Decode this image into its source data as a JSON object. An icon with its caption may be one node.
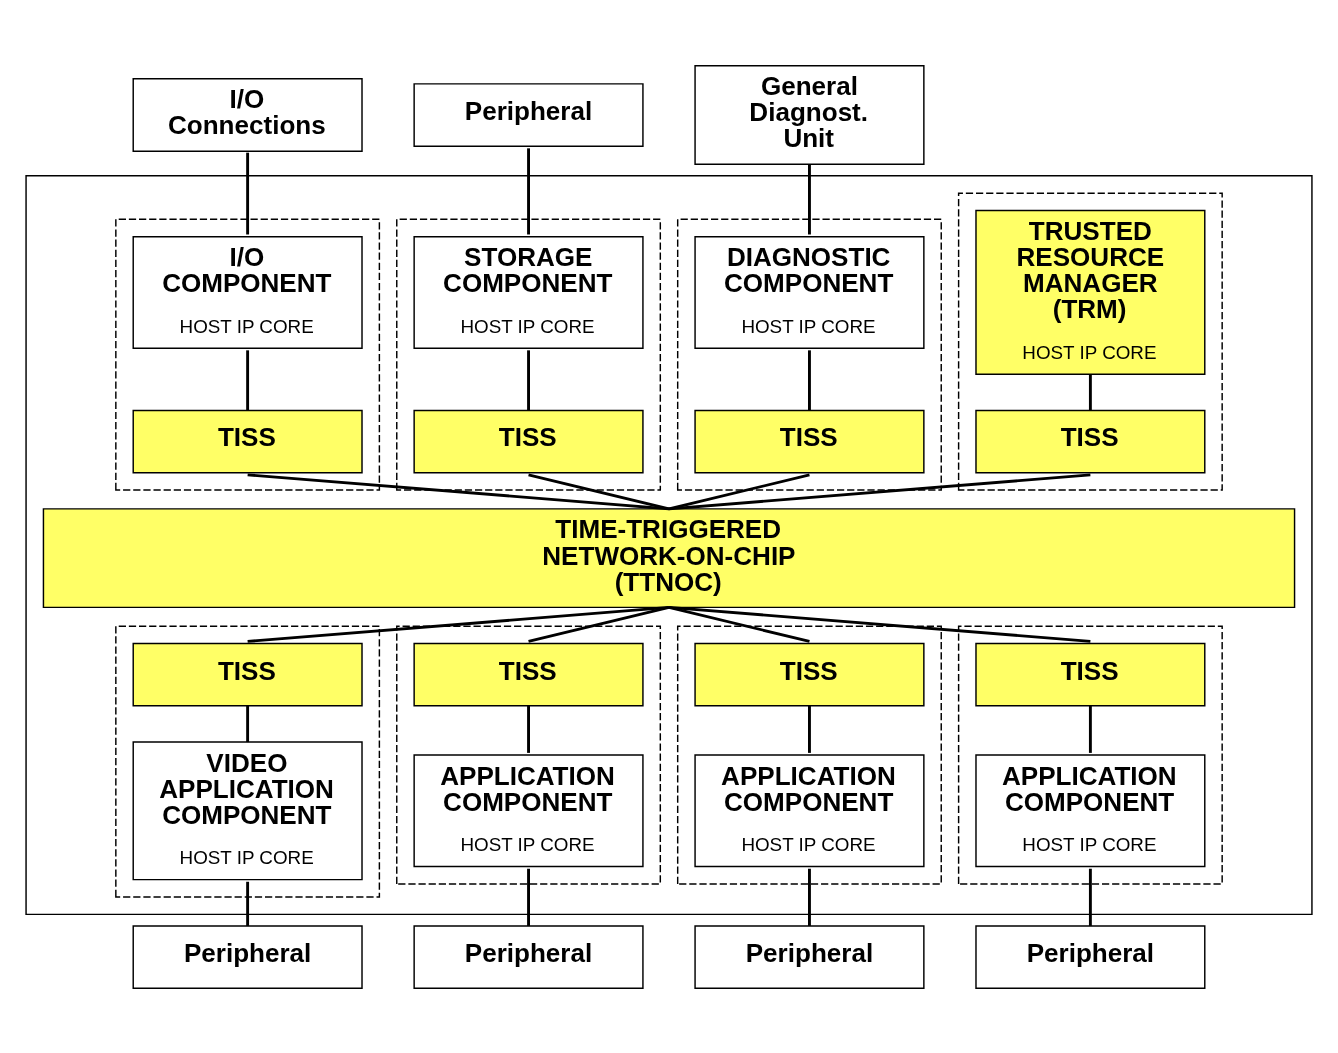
{
  "diagram": {
    "nodes": [
      {
        "text": [
          "I/O Connections"
        ]
      },
      {
        "text": [
          "Peripheral"
        ]
      },
      {
        "text": [
          "General Diagnost. Unit"
        ]
      },
      {
        "text": [],
        "shape": "box"
      },
      {
        "text": [],
        "shape": "box",
        "in": 3
      },
      {
        "text": [
          "TRUSTED RESOURCE MANAGER (TRM)",
          "HOST IP CORE"
        ],
        "in": 4
      },
      {
        "text": [
          "TISS"
        ],
        "in": 4
      },
      {
        "text": [],
        "shape": "box",
        "in": 3
      },
      {
        "text": [
          "I/O COMPONENT",
          "HOST IP CORE"
        ],
        "in": 7
      },
      {
        "text": [
          "TISS"
        ],
        "in": 7
      },
      {
        "text": [],
        "shape": "box",
        "in": 3
      },
      {
        "text": [
          "STORAGE COMPONENT",
          "HOST IP CORE"
        ],
        "in": 10
      },
      {
        "text": [
          "TISS"
        ],
        "in": 10
      },
      {
        "text": [],
        "shape": "box",
        "in": 3
      },
      {
        "text": [
          "DIAGNOSTIC COMPONENT",
          "HOST IP CORE"
        ],
        "in": 13
      },
      {
        "text": [
          "TISS"
        ],
        "in": 13
      },
      {
        "text": [
          "TIME-TRIGGERED NETWORK-ON-CHIP (TTNOC)"
        ],
        "in": 3
      },
      {
        "text": [],
        "shape": "box",
        "in": 3
      },
      {
        "text": [
          "TISS"
        ],
        "in": 17
      },
      {
        "text": [
          "VIDEO APPLICATION COMPONENT",
          "HOST IP CORE"
        ],
        "in": 17
      },
      {
        "text": [],
        "shape": "box",
        "in": 3
      },
      {
        "text": [
          "TISS"
        ],
        "in": 20
      },
      {
        "text": [
          "APPLICATION COMPONENT",
          "HOST IP CORE"
        ],
        "in": 20
      },
      {
        "text": [],
        "shape": "box",
        "in": 3
      },
      {
        "text": [
          "TISS"
        ],
        "in": 23
      },
      {
        "text": [
          "APPLICATION COMPONENT",
          "HOST IP CORE"
        ],
        "in": 23
      },
      {
        "text": [],
        "shape": "box",
        "in": 3
      },
      {
        "text": [
          "TISS"
        ],
        "in": 26
      },
      {
        "text": [
          "APPLICATION COMPONENT",
          "HOST IP CORE"
        ],
        "in": 26
      },
      {
        "text": [
          "Peripheral"
        ]
      },
      {
        "text": [
          "Peripheral"
        ]
      },
      {
        "text": [
          "Peripheral"
        ]
      },
      {
        "text": [
          "Peripheral"
        ]
      }
    ],
    "edges": [
      {
        "from": 0,
        "to": 8,
        "arrow": "none"
      },
      {
        "from": 1,
        "to": 11,
        "arrow": "none"
      },
      {
        "from": 2,
        "to": 14,
        "arrow": "none"
      },
      {
        "from": 5,
        "to": 6,
        "arrow": "none"
      },
      {
        "from": 8,
        "to": 9,
        "arrow": "none"
      },
      {
        "from": 11,
        "to": 12,
        "arrow": "none"
      },
      {
        "from": 14,
        "to": 15,
        "arrow": "none"
      },
      {
        "from": 6,
        "to": 16,
        "arrow": "none"
      },
      {
        "from": 9,
        "to": 16,
        "arrow": "none"
      },
      {
        "from": 12,
        "to": 16,
        "arrow": "none"
      },
      {
        "from": 15,
        "to": 16,
        "arrow": "none"
      },
      {
        "from": 16,
        "to": 18,
        "arrow": "none"
      },
      {
        "from": 16,
        "to": 21,
        "arrow": "none"
      },
      {
        "from": 16,
        "to": 24,
        "arrow": "none"
      },
      {
        "from": 16,
        "to": 27,
        "arrow": "none"
      },
      {
        "from": 18,
        "to": 19,
        "arrow": "none"
      },
      {
        "from": 21,
        "to": 22,
        "arrow": "none"
      },
      {
        "from": 24,
        "to": 25,
        "arrow": "none"
      },
      {
        "from": 27,
        "to": 28,
        "arrow": "none"
      },
      {
        "from": 19,
        "to": 29,
        "arrow": "none"
      },
      {
        "from": 22,
        "to": 30,
        "arrow": "none"
      },
      {
        "from": 25,
        "to": 31,
        "arrow": "none"
      },
      {
        "from": 28,
        "to": 32,
        "arrow": "none"
      }
    ]
  }
}
